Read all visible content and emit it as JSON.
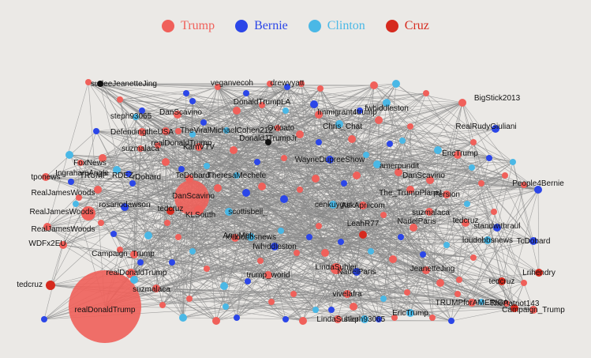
{
  "legend": [
    {
      "label": "Trump",
      "color": "#f0605a"
    },
    {
      "label": "Bernie",
      "color": "#2b46e8"
    },
    {
      "label": "Clinton",
      "color": "#4ab8e6"
    },
    {
      "label": "Cruz",
      "color": "#d62a1e"
    }
  ],
  "colors": {
    "trump": "#f0605a",
    "bernie": "#2b46e8",
    "clinton": "#4ab8e6",
    "cruz": "#d62a1e",
    "other": "#111111",
    "edge": "#8a8a8a"
  },
  "labels": {
    "realDonaldTrump": "realDonaldTrump",
    "DanScavino": "DanScavino",
    "KLSouth": "KLSouth",
    "tedcruz_left": "tedcruz",
    "sudeeJeanetteJing": "sudeeJeanetteJing",
    "veganvecoh": "veganvecoh",
    "drewvyatt": "drewvyatt",
    "DonaldTrumpLA": "DonaldTrumpLA",
    "Immigrant4trump": "Immigrant4trump",
    "fwhiddleston": "fwhiddleston",
    "steph93065_top": "steph93065",
    "DanScavino_top": "DanScavino",
    "TheViralMichael": "TheViralMichaelCohen212",
    "OMovloato": "Ovloato",
    "ChrisChat": "Chris_Chat",
    "DonaldJTrumpJr": "DonaldJTrumpJr",
    "DefendingtheUSA": "DefendingtheUSA",
    "BigStick2013": "BigStick2013",
    "RealRudyGiuliani": "RealRudyGiuliani",
    "suzmalaca_top": "suzmalaca",
    "KamVTV": "KamVTV",
    "EricTrump_top": "EricTrump",
    "FoxNews": "FoxNews",
    "IngrahamAngle": "IngrahamAngle",
    "tponews": "tponews",
    "TRUMP_RDEZ": "TRUMP_RDEZ",
    "realDonaldTrump_mid": "realDonaldTrump",
    "DrDobard": "rDobard",
    "TeDobard": "TeDobard",
    "TheresaMechele": "TheresaMechele",
    "WayneDupreeShow": "WayneDupreeShow",
    "amerpundit": "amerpundit",
    "DanScavino_right": "DanScavino",
    "People4Bernie": "People4Bernie",
    "TheTrumpPlanet": "The_TrumpPlanet",
    "Persion": "Persion",
    "RealJamesWoods_1": "RealJamesWoods",
    "rosariodawson": "rosariodawson",
    "tedcruz_mid": "tedcruz",
    "RealJamesWoods_2": "RealJamesWoods",
    "scottisbell": "scottisbell_",
    "cenkuygur": "cenkuygur",
    "AskAprilcom": "AskAprilcom",
    "suzmalaca_right": "suzmalaca",
    "tedcruz_right": "tedcruz",
    "standwithraul": "standwithraul",
    "RealJamesWoods_3": "RealJamesWoods",
    "LeahR77": "LeahR77",
    "loudobbsnews_r": "loudobbsnews",
    "TcDobard": "TcDobard",
    "WDFx2EU": "WDFx2EU",
    "AmyMek": "AmyMek",
    "loudobbsnews_c": "loudobbsnews",
    "NadelParis": "NadelParis",
    "Campaign_Trump_l": "Campaign_Trump",
    "fwhiddleston_2": "fwhiddleston",
    "realDonaldTrump_l": "realDonaldTrump",
    "LindaSuhler": "LindaSuhler",
    "NadelParis_2": "NadelParis",
    "JeanetteJing": "JeanetteJing",
    "Lrihendry": "Lrihendry",
    "suzmalaca_low": "suzmalaca",
    "tedcruz_far": "tedcruz",
    "trump_world": "trump_world",
    "vivelafra": "vivelafra",
    "TRUMPforAMERICA": "TRUMPforAMERICA",
    "ThePatriot143": "ThePatriot143",
    "Campaign_Trump_r": "Campaign_Trump",
    "EricTrump_low": "EricTrump",
    "LindaSuhler_low": "LindaSuhler",
    "steph93065_low": "steph93065"
  }
}
